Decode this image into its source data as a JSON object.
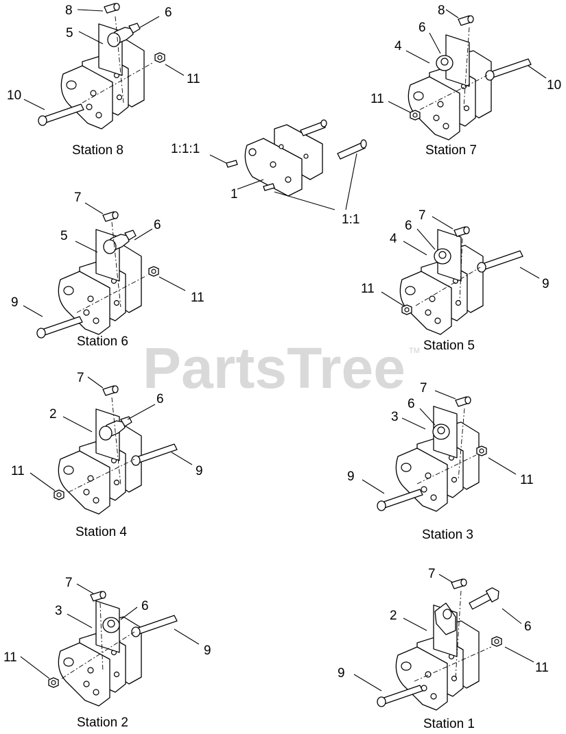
{
  "watermark": {
    "text": "PartsTree",
    "tm": "TM"
  },
  "center": {
    "labels": [
      "1:1:1",
      "1",
      "1:1"
    ]
  },
  "stations": [
    {
      "caption": "Station 8",
      "labels": [
        "8",
        "5",
        "6",
        "10",
        "11"
      ]
    },
    {
      "caption": "Station 7",
      "labels": [
        "8",
        "6",
        "4",
        "10",
        "11"
      ]
    },
    {
      "caption": "Station 6",
      "labels": [
        "7",
        "5",
        "6",
        "9",
        "11"
      ]
    },
    {
      "caption": "Station 5",
      "labels": [
        "7",
        "6",
        "4",
        "9",
        "11"
      ]
    },
    {
      "caption": "Station 4",
      "labels": [
        "7",
        "2",
        "6",
        "9",
        "11"
      ]
    },
    {
      "caption": "Station 3",
      "labels": [
        "7",
        "6",
        "3",
        "9",
        "11"
      ]
    },
    {
      "caption": "Station 2",
      "labels": [
        "7",
        "3",
        "6",
        "9",
        "11"
      ]
    },
    {
      "caption": "Station 1",
      "labels": [
        "7",
        "2",
        "6",
        "9",
        "11"
      ]
    }
  ]
}
